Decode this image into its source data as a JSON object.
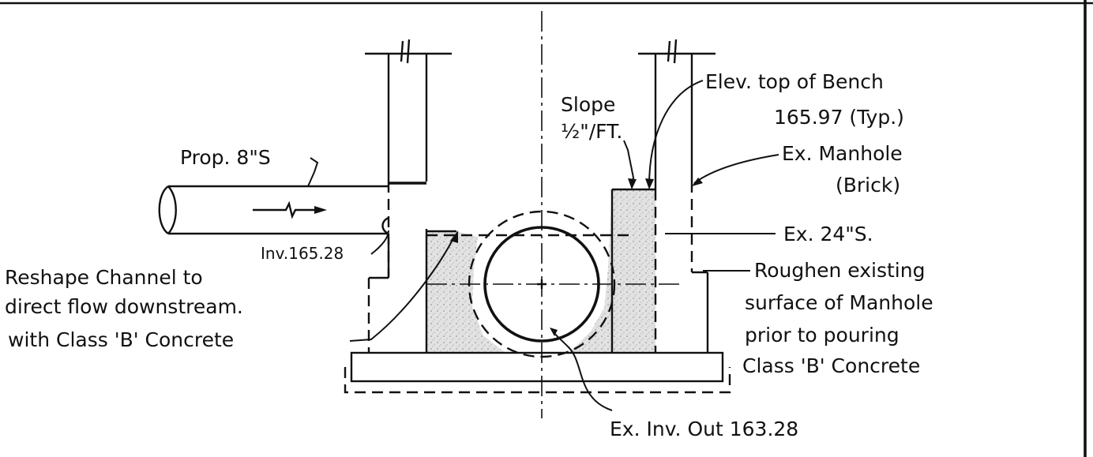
{
  "labels": {
    "prop_pipe": "Prop. 8\"S",
    "slope_1": "Slope",
    "slope_2": "½\"/FT.",
    "bench_1": "Elev. top of Bench",
    "bench_2": "165.97 (Typ.)",
    "manhole_1": "Ex. Manhole",
    "manhole_2": "(Brick)",
    "ex_pipe": "Ex. 24\"S.",
    "inv_in": "Inv.165.28",
    "reshape_1": "Reshape Channel to",
    "reshape_2": "direct flow downstream.",
    "reshape_3": "with Class 'B' Concrete",
    "roughen_1": "Roughen existing",
    "roughen_2": "surface of Manhole",
    "roughen_3": "prior to pouring",
    "roughen_4": "Class 'B' Concrete",
    "inv_out": "Ex. Inv. Out 163.28"
  },
  "colors": {
    "line": "#111111",
    "concrete_fill": "#d9d9d9",
    "background": "#ffffff"
  }
}
